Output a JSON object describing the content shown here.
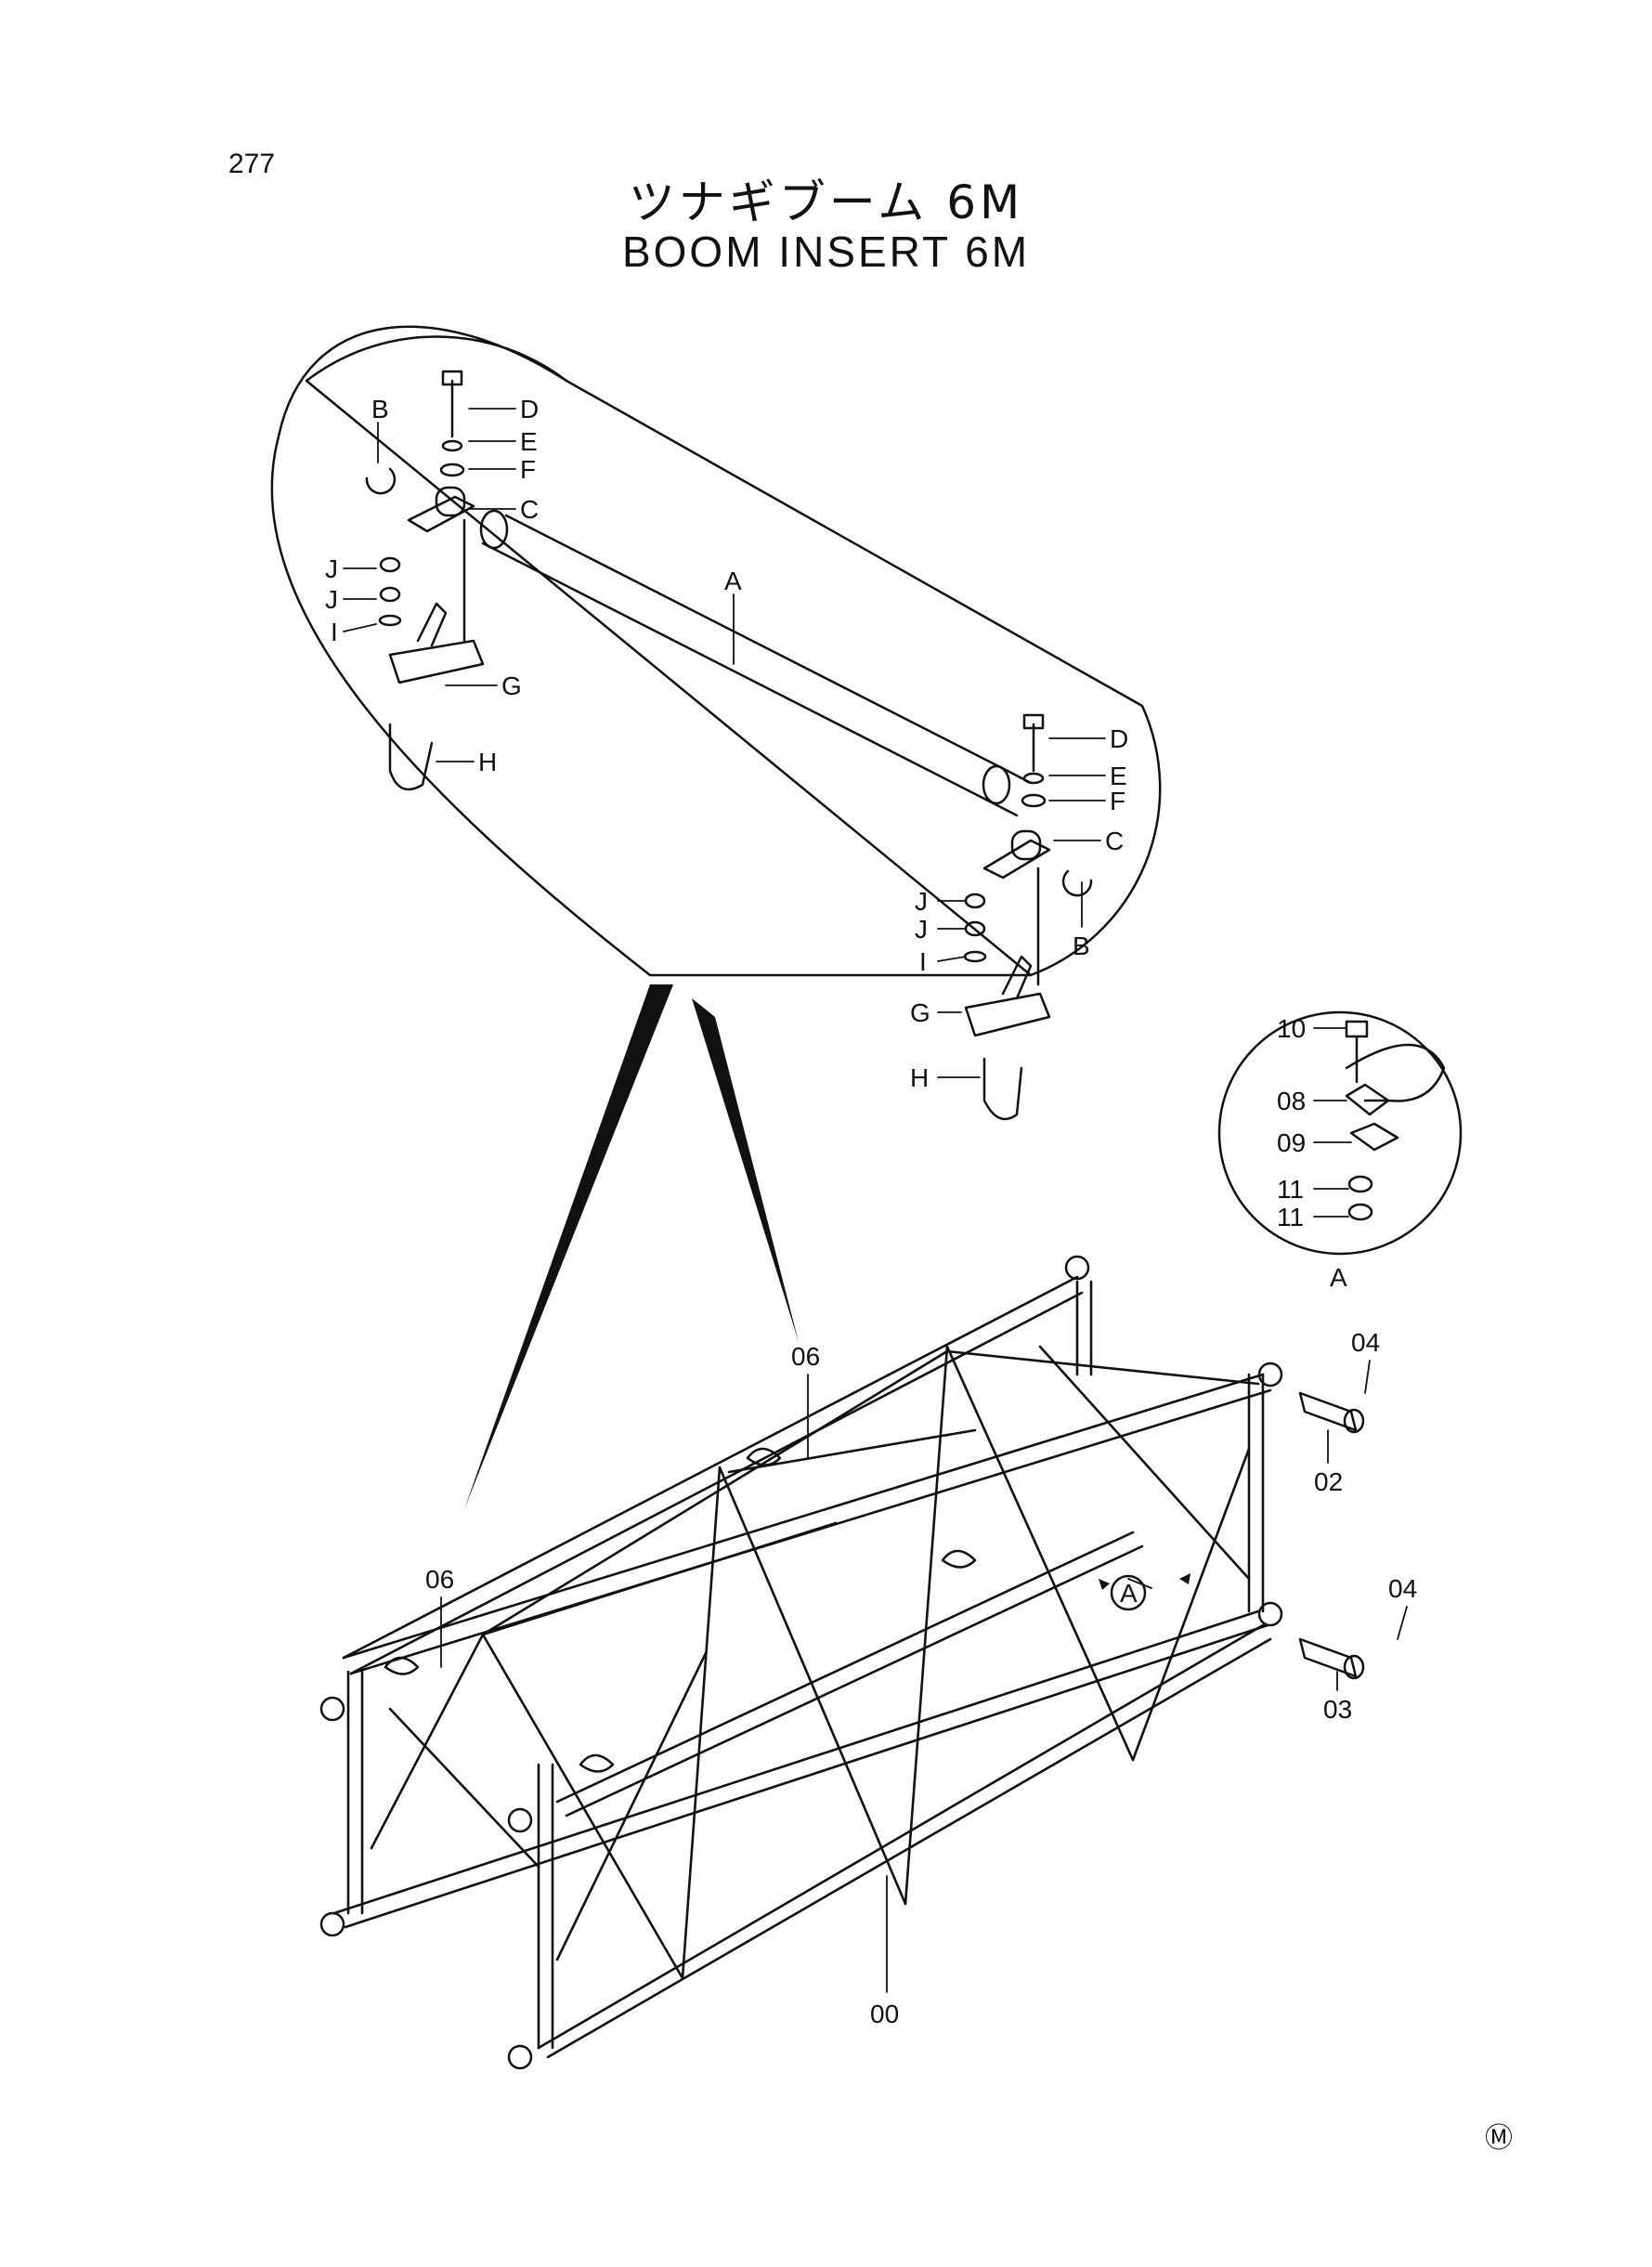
{
  "page": {
    "number": "277"
  },
  "title": {
    "japanese": "ツナギブーム 6M",
    "english": "BOOM INSERT 6M"
  },
  "detail_capsule": {
    "labels": [
      "B",
      "D",
      "E",
      "F",
      "C",
      "A",
      "J",
      "J",
      "I",
      "G",
      "H",
      "D",
      "E",
      "F",
      "C",
      "B",
      "J",
      "J",
      "I",
      "G",
      "H"
    ]
  },
  "detail_a": {
    "labels": [
      "10",
      "08",
      "09",
      "11",
      "11",
      "A"
    ]
  },
  "main_assembly": {
    "labels": [
      "06",
      "06",
      "00",
      "04",
      "02",
      "04",
      "03",
      "A"
    ]
  },
  "footer": {
    "mark": "Ⓜ"
  }
}
